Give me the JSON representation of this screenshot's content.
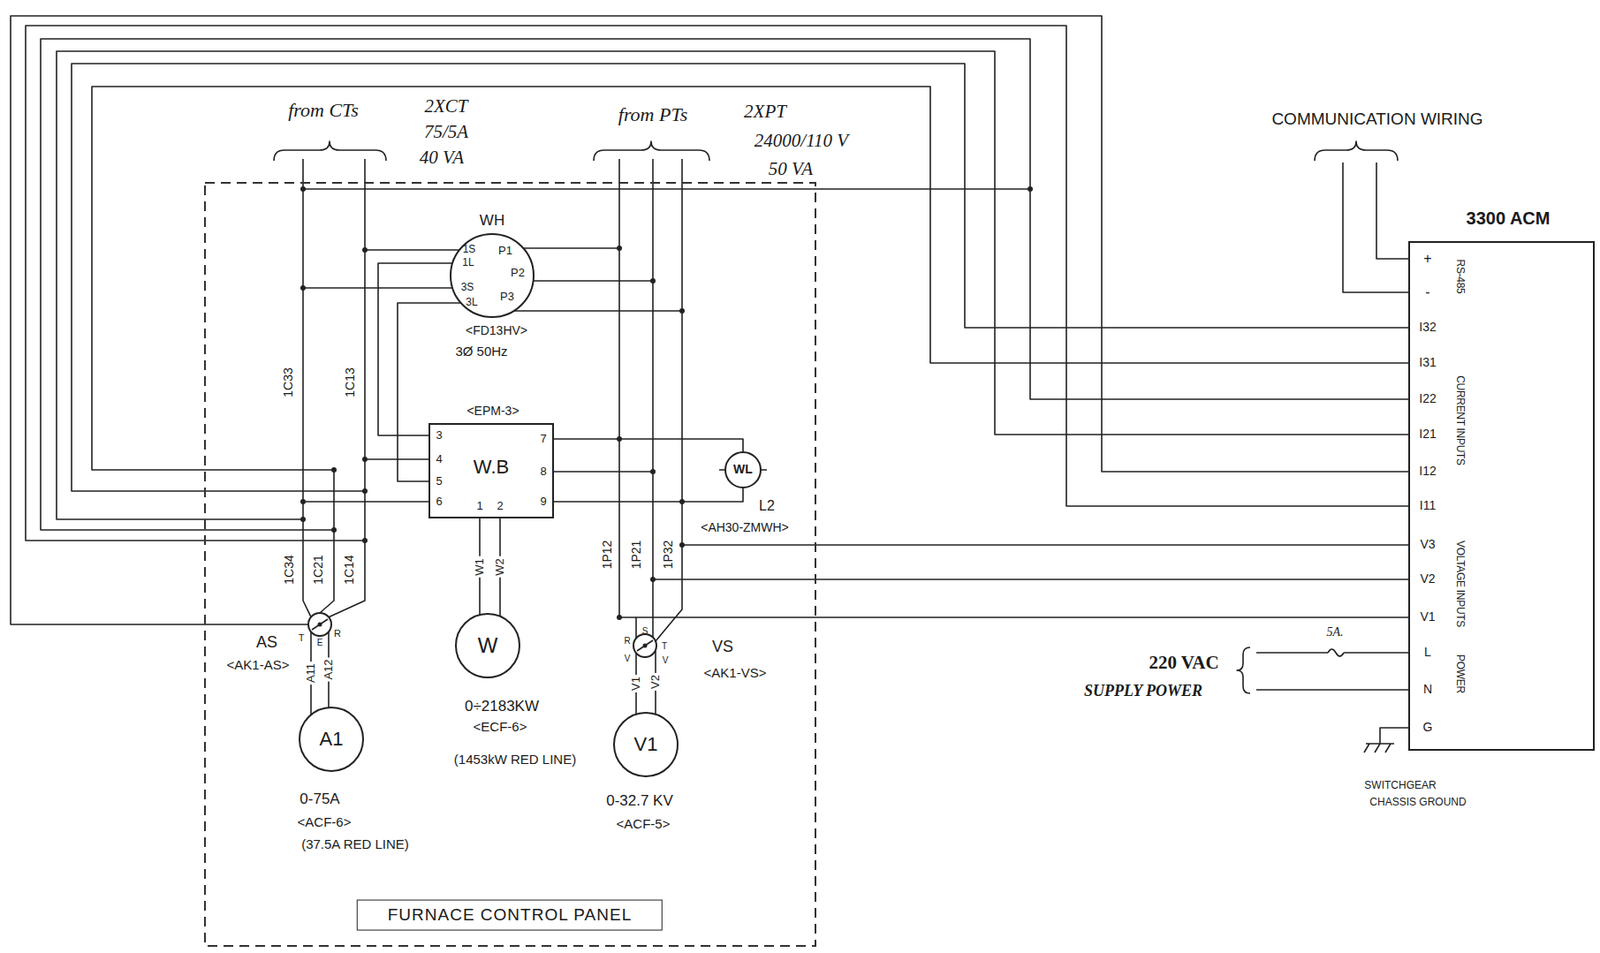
{
  "diagram": {
    "nodes": [
      {
        "text": [
          "FURNACE CONTROL PANEL"
        ]
      },
      {
        "text": [
          "WH",
          "1S",
          "1L",
          "3S",
          "3L",
          "P1",
          "P2",
          "P3"
        ],
        "in": 0
      },
      {
        "text": [
          "<EPM-3>",
          "W.B",
          "3",
          "4",
          "5",
          "6",
          "7",
          "8",
          "9",
          "1",
          "2"
        ],
        "in": 0
      },
      {
        "text": [
          "WL"
        ],
        "in": 0
      },
      {
        "text": [
          "AS",
          "<AK1-AS>",
          "T",
          "E",
          "R"
        ],
        "in": 0
      },
      {
        "text": [
          "A1"
        ],
        "in": 0
      },
      {
        "text": [
          "W"
        ],
        "in": 0
      },
      {
        "text": [
          "V1"
        ],
        "in": 0
      },
      {
        "text": [
          "VS",
          "<AK1-VS>",
          "R",
          "S",
          "T",
          "V",
          "V"
        ],
        "in": 0
      },
      {
        "text": [
          "3300 ACM",
          "+",
          "-",
          "I32",
          "I31",
          "I22",
          "I21",
          "I12",
          "I11",
          "V3",
          "V2",
          "V1",
          "L",
          "N",
          "G",
          "RS-485",
          "CURRENT INPUTS",
          "VOLTAGE INPUTS",
          "POWER"
        ]
      }
    ],
    "edges": [
      {
        "from": 4,
        "to": 5,
        "arrow": "none",
        "label": "A11"
      },
      {
        "from": 4,
        "to": 5,
        "arrow": "none",
        "label": "A12"
      },
      {
        "from": 2,
        "to": 6,
        "arrow": "none",
        "label": "W1"
      },
      {
        "from": 2,
        "to": 6,
        "arrow": "none",
        "label": "W2"
      },
      {
        "from": 8,
        "to": 7,
        "arrow": "none",
        "label": "V1"
      },
      {
        "from": 8,
        "to": 7,
        "arrow": "none",
        "label": "V2"
      },
      {
        "from": 2,
        "to": 3,
        "arrow": "none"
      },
      {
        "from": 8,
        "to": 9,
        "arrow": "none"
      },
      {
        "from": 4,
        "to": 9,
        "arrow": "none"
      }
    ],
    "labels": [
      "from CTs",
      "2XCT",
      "75/5A",
      "40 VA",
      "from PTs",
      "2XPT",
      "24000/110 V",
      "50 VA",
      "<FD13HV>",
      "3Ø 50Hz",
      "1C33",
      "1C13",
      "1C34",
      "1C21",
      "1C14",
      "L2",
      "<AH30-ZMWH>",
      "1P12",
      "1P21",
      "1P32",
      "0-75A",
      "<ACF-6>",
      "(37.5A RED LINE)",
      "0÷2183KW",
      "<ECF-6>",
      "(1453kW RED LINE)",
      "0-32.7 KV",
      "<ACF-5>",
      "COMMUNICATION WIRING",
      "220 VAC",
      "SUPPLY POWER",
      "5A.",
      "SWITCHGEAR",
      "CHASSIS GROUND"
    ]
  }
}
